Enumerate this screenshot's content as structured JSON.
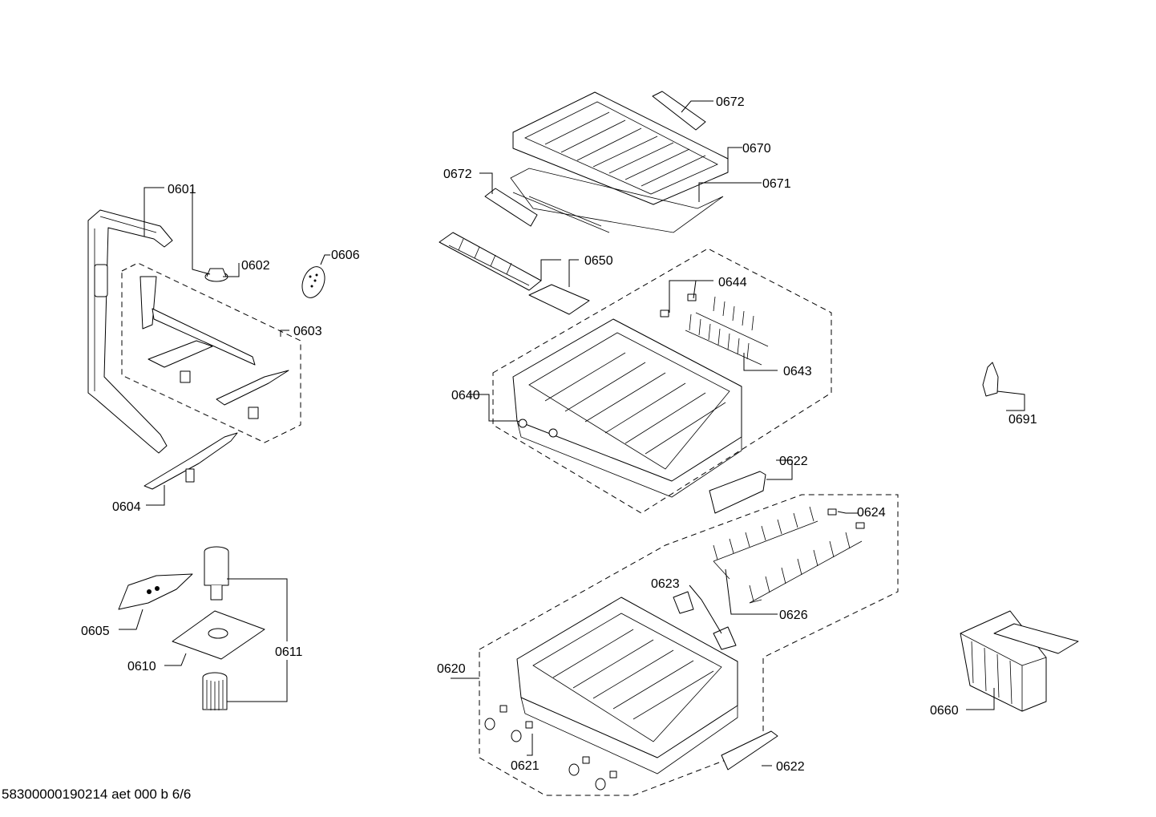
{
  "callouts": {
    "c0601": "0601",
    "c0602": "0602",
    "c0603": "0603",
    "c0604": "0604",
    "c0605": "0605",
    "c0606": "0606",
    "c0610": "0610",
    "c0611": "0611",
    "c0620": "0620",
    "c0621": "0621",
    "c0622a": "0622",
    "c0622b": "0622",
    "c0623": "0623",
    "c0624": "0624",
    "c0626": "0626",
    "c0640": "0640",
    "c0643": "0643",
    "c0644": "0644",
    "c0650": "0650",
    "c0660": "0660",
    "c0670": "0670",
    "c0671": "0671",
    "c0672a": "0672",
    "c0672b": "0672",
    "c0691": "0691"
  },
  "footer_code": "58300000190214 aet 000 b 6/6"
}
